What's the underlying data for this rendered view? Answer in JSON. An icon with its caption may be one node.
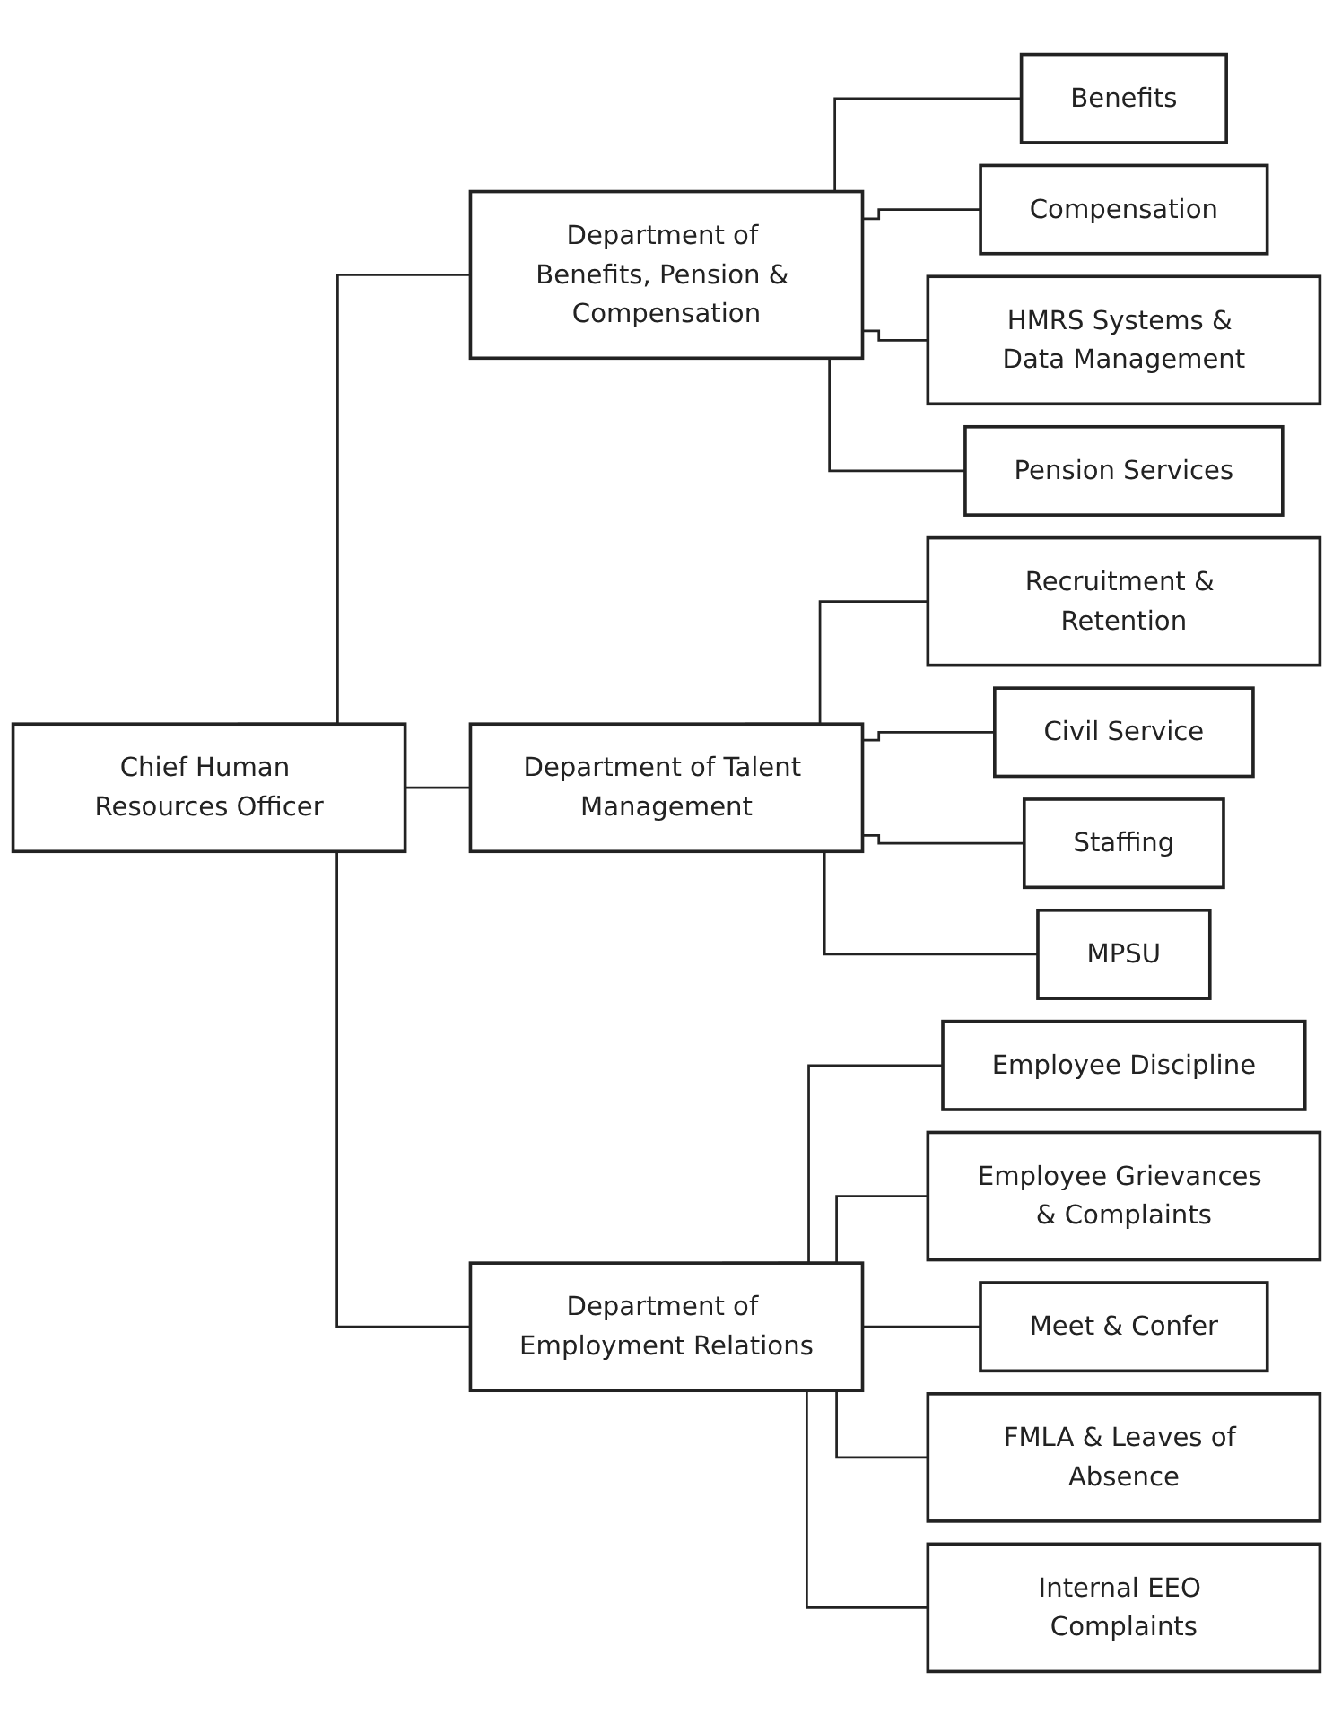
{
  "diagram": {
    "nodes": [
      {
        "text": [
          "Chief Human Resources Officer"
        ]
      },
      {
        "text": [
          "Department of Benefits, Pension & Compensation"
        ]
      },
      {
        "text": [
          "Department of Talent Management"
        ]
      },
      {
        "text": [
          "Department of Employment Relations"
        ]
      },
      {
        "text": [
          "Benefits"
        ]
      },
      {
        "text": [
          "Compensation"
        ]
      },
      {
        "text": [
          "HMRS Systems & Data Management"
        ]
      },
      {
        "text": [
          "Pension Services"
        ]
      },
      {
        "text": [
          "Recruitment & Retention"
        ]
      },
      {
        "text": [
          "Civil Service"
        ]
      },
      {
        "text": [
          "Staffing"
        ]
      },
      {
        "text": [
          "MPSU"
        ]
      },
      {
        "text": [
          "Employee Discipline"
        ]
      },
      {
        "text": [
          "Employee Grievances & Complaints"
        ]
      },
      {
        "text": [
          "Meet & Confer"
        ]
      },
      {
        "text": [
          "FMLA & Leaves of Absence"
        ]
      },
      {
        "text": [
          "Internal EEO Complaints"
        ]
      }
    ],
    "edges": [
      {
        "from": 0,
        "to": 1,
        "arrow": "none"
      },
      {
        "from": 0,
        "to": 2,
        "arrow": "none"
      },
      {
        "from": 0,
        "to": 3,
        "arrow": "none"
      },
      {
        "from": 1,
        "to": 4,
        "arrow": "none"
      },
      {
        "from": 1,
        "to": 5,
        "arrow": "none"
      },
      {
        "from": 1,
        "to": 6,
        "arrow": "none"
      },
      {
        "from": 1,
        "to": 7,
        "arrow": "none"
      },
      {
        "from": 2,
        "to": 8,
        "arrow": "none"
      },
      {
        "from": 2,
        "to": 9,
        "arrow": "none"
      },
      {
        "from": 2,
        "to": 10,
        "arrow": "none"
      },
      {
        "from": 2,
        "to": 11,
        "arrow": "none"
      },
      {
        "from": 3,
        "to": 12,
        "arrow": "none"
      },
      {
        "from": 3,
        "to": 13,
        "arrow": "none"
      },
      {
        "from": 3,
        "to": 14,
        "arrow": "none"
      },
      {
        "from": 3,
        "to": 15,
        "arrow": "none"
      },
      {
        "from": 3,
        "to": 16,
        "arrow": "none"
      }
    ]
  }
}
